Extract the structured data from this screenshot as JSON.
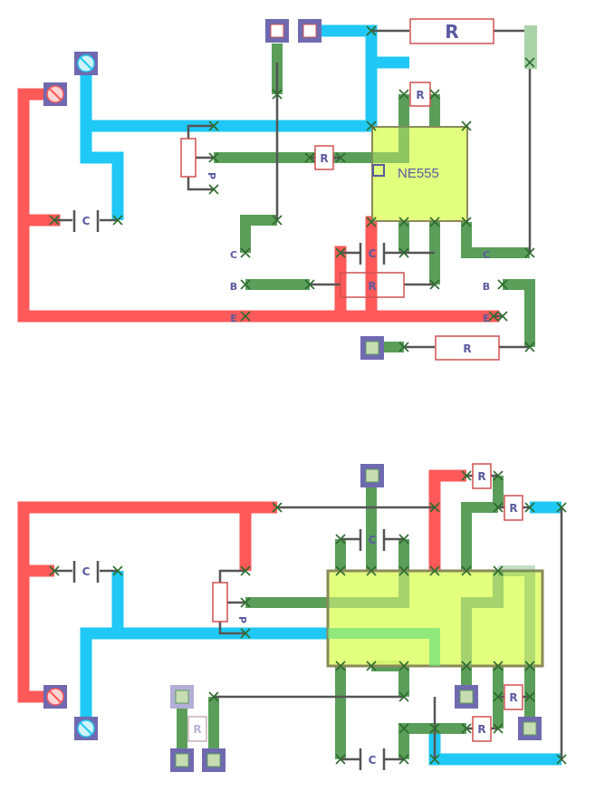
{
  "colors": {
    "wire_red": "#ff5959",
    "wire_blue": "#1fc8f5",
    "wire_green": "#5a9e5a",
    "wire_gray": "#555555",
    "chip_fill": "#e0ff70",
    "pad_purple": "#6f6ab0",
    "resistor_outline": "#d05050",
    "label_color": "#5a5aa0"
  },
  "labels": {
    "resistor": "R",
    "capacitor": "C",
    "potentiometer": "P",
    "chip": "NE555",
    "collector": "C",
    "base": "B",
    "emitter": "E"
  }
}
